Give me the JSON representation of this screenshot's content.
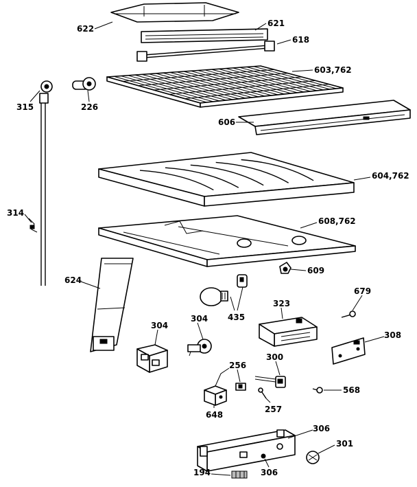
{
  "labels": {
    "l622": "622",
    "l621": "621",
    "l618": "618",
    "l603": "603,762",
    "l315": "315",
    "l226": "226",
    "l606": "606",
    "l604": "604,762",
    "l314": "314",
    "l608": "608,762",
    "l609": "609",
    "l624": "624",
    "l435": "435",
    "l323": "323",
    "l679": "679",
    "l304a": "304",
    "l304b": "304",
    "l308": "308",
    "l256": "256",
    "l300": "300",
    "l568": "568",
    "l648": "648",
    "l257": "257",
    "l306a": "306",
    "l301": "301",
    "l194": "194",
    "l306b": "306"
  }
}
